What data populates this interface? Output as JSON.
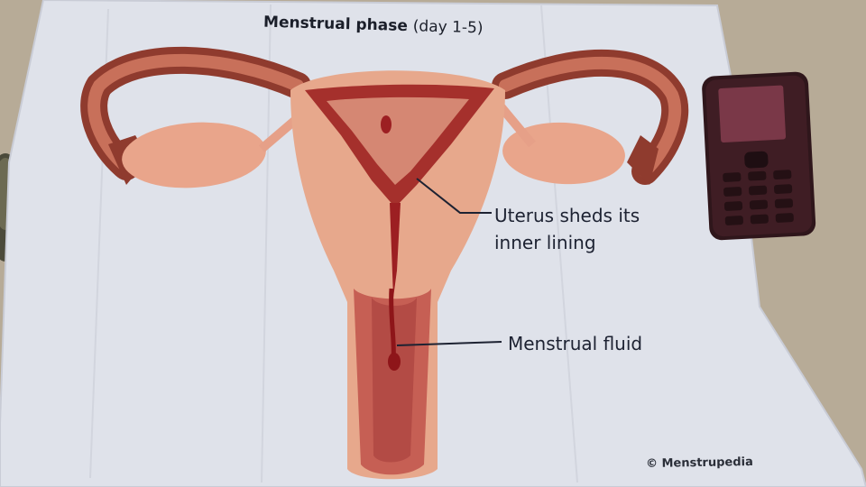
{
  "poster": {
    "title_main": "Menstrual phase",
    "title_days": "(day 1-5)",
    "callouts": [
      {
        "line1": "Uterus sheds its",
        "line2": "inner lining"
      },
      {
        "line1": "Menstrual fluid"
      }
    ],
    "credit": "© Menstrupedia"
  },
  "colors": {
    "background": "#b8ab96",
    "paper": "#dfe3ec",
    "tissue_light": "#e9a98a",
    "tissue_mid": "#d6876a",
    "blood": "#9a1c22",
    "phone_body": "#3a1c22"
  },
  "objects": {
    "phone": "mobile-phone",
    "jar": "jar"
  }
}
